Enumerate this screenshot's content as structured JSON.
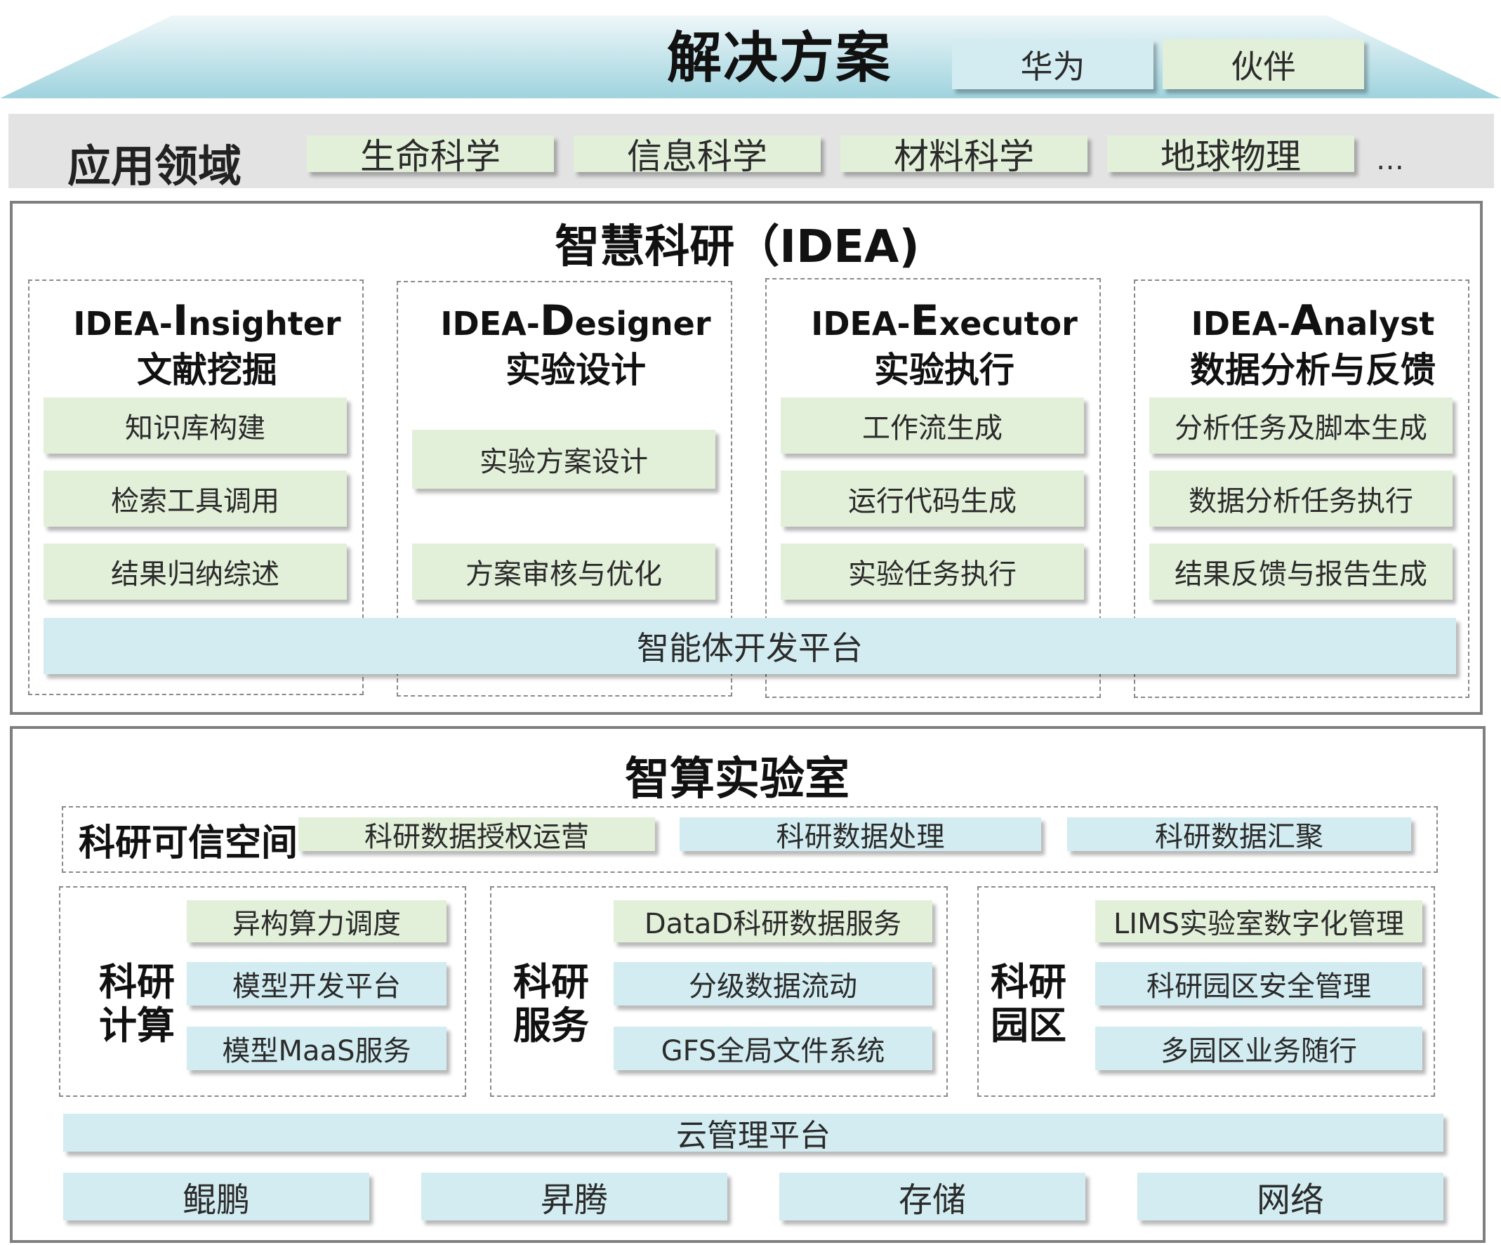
{
  "roof": {
    "title": "解决方案",
    "tags": [
      "华为",
      "伙伴"
    ]
  },
  "application": {
    "title": "应用领域",
    "items": [
      "生命科学",
      "信息科学",
      "材料科学",
      "地球物理"
    ],
    "more": "…"
  },
  "idea": {
    "title": "智慧科研（IDEA)",
    "columns": [
      {
        "prefix": "IDEA-",
        "initial": "I",
        "rest": "nsighter",
        "subtitle": "文献挖掘",
        "items": [
          "知识库构建",
          "检索工具调用",
          "结果归纳综述"
        ]
      },
      {
        "prefix": "IDEA-",
        "initial": "D",
        "rest": "esigner",
        "subtitle": "实验设计",
        "items": [
          "实验方案设计",
          "方案审核与优化"
        ]
      },
      {
        "prefix": "IDEA-",
        "initial": "E",
        "rest": "xecutor",
        "subtitle": "实验执行",
        "items": [
          "工作流生成",
          "运行代码生成",
          "实验任务执行"
        ]
      },
      {
        "prefix": "IDEA-",
        "initial": "A",
        "rest": "nalyst",
        "subtitle": "数据分析与反馈",
        "items": [
          "分析任务及脚本生成",
          "数据分析任务执行",
          "结果反馈与报告生成"
        ]
      }
    ],
    "platform": "智能体开发平台"
  },
  "lab": {
    "title": "智算实验室",
    "trusted": {
      "label": "科研可信空间",
      "items": [
        "科研数据授权运营",
        "科研数据处理",
        "科研数据汇聚"
      ]
    },
    "groups": [
      {
        "label_line1": "科研",
        "label_line2": "计算",
        "items": [
          "异构算力调度",
          "模型开发平台",
          "模型MaaS服务"
        ]
      },
      {
        "label_line1": "科研",
        "label_line2": "服务",
        "items": [
          "DataD科研数据服务",
          "分级数据流动",
          "GFS全局文件系统"
        ]
      },
      {
        "label_line1": "科研",
        "label_line2": "园区",
        "items": [
          "LIMS实验室数字化管理",
          "科研园区安全管理",
          "多园区业务随行"
        ]
      }
    ],
    "cloud": "云管理平台",
    "base": [
      "鲲鹏",
      "昇腾",
      "存储",
      "网络"
    ]
  },
  "colors": {
    "green_box": "#e2efd9",
    "blue_box": "#d2ecf1",
    "roof_gradient_top": "#eef7f9",
    "roof_gradient_bottom": "#9fd3de",
    "frame": "#7f7f7f",
    "app_bar": "#e3e3e3"
  }
}
